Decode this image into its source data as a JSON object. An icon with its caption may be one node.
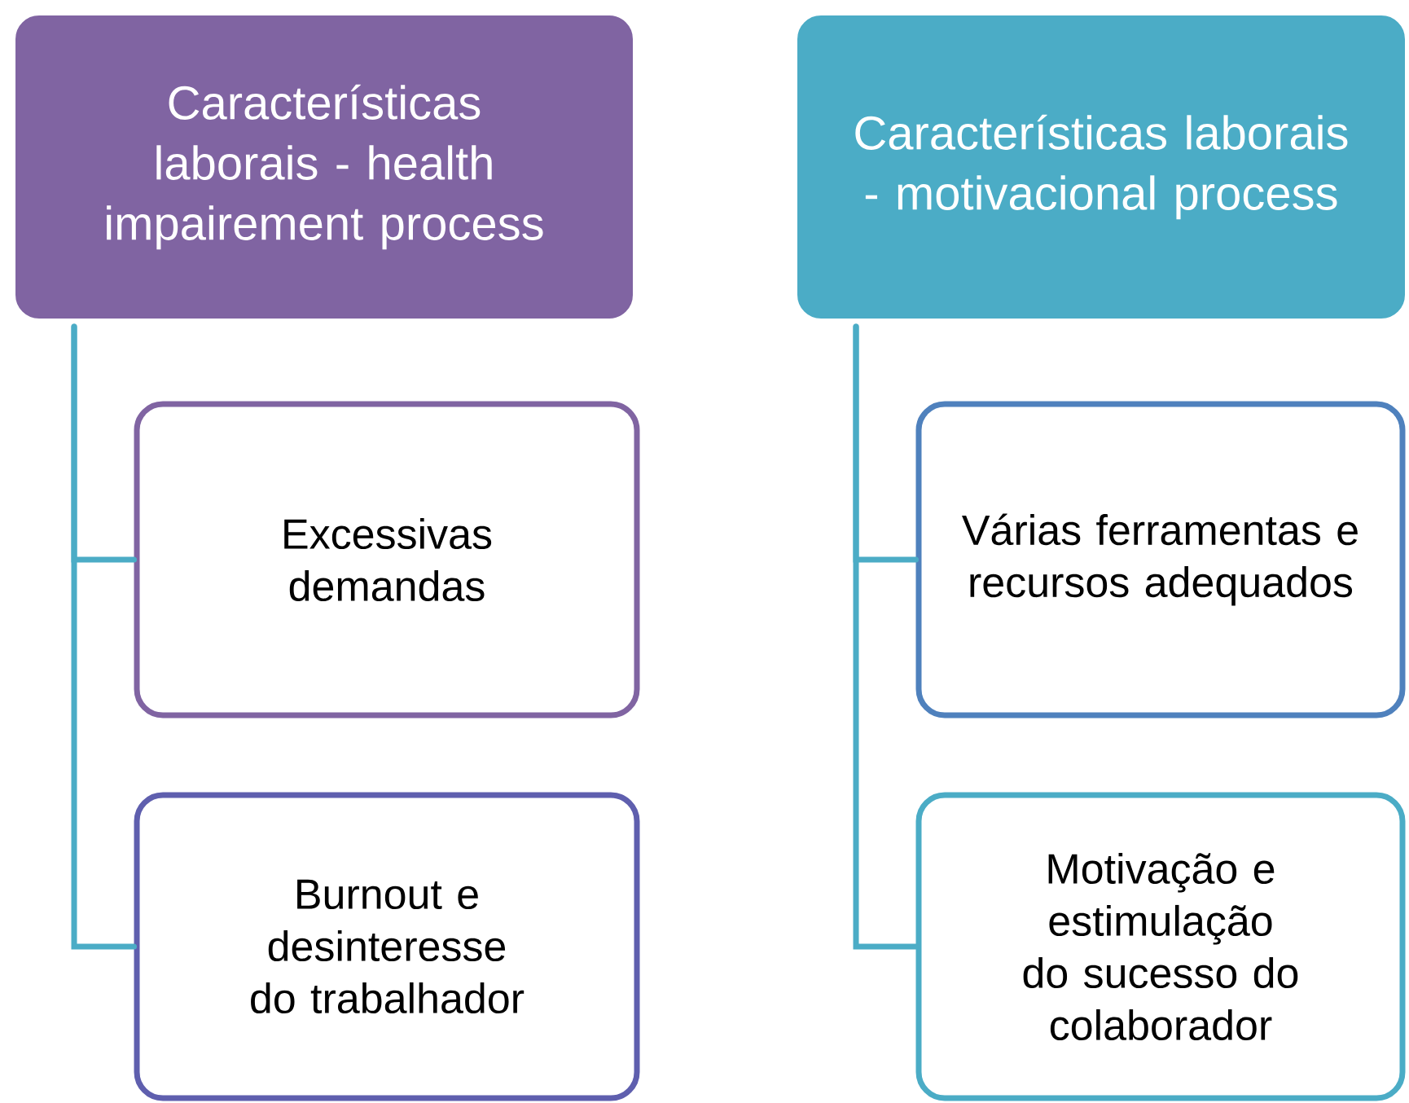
{
  "diagram": {
    "nodes": [
      {
        "text": [
          "Características laborais - health impairement process"
        ]
      },
      {
        "text": [
          "Excessivas demandas"
        ]
      },
      {
        "text": [
          "Burnout e desinteresse do trabalhador"
        ]
      },
      {
        "text": [
          "Características laborais - motivacional process"
        ]
      },
      {
        "text": [
          "Várias ferramentas e recursos adequados"
        ]
      },
      {
        "text": [
          "Motivação e estimulação do sucesso do colaborador"
        ]
      }
    ],
    "edges": [
      {
        "from": 0,
        "to": 1,
        "arrow": "none"
      },
      {
        "from": 0,
        "to": 2,
        "arrow": "none"
      },
      {
        "from": 3,
        "to": 4,
        "arrow": "none"
      },
      {
        "from": 3,
        "to": 5,
        "arrow": "none"
      }
    ]
  }
}
